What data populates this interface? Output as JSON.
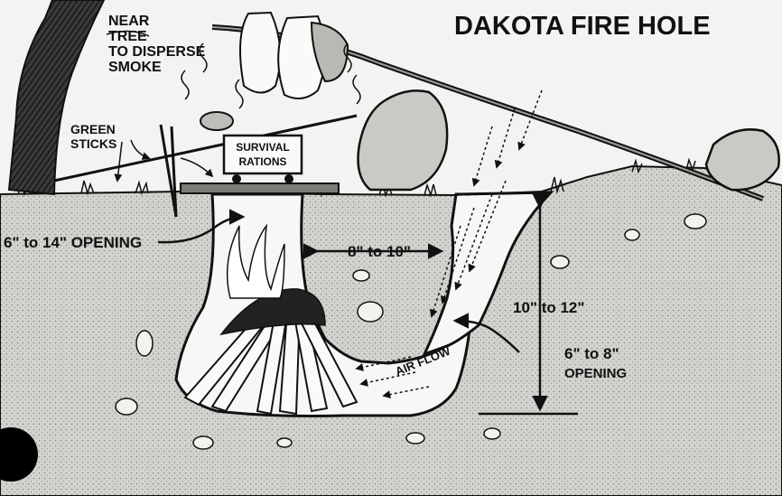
{
  "title": "DAKOTA FIRE HOLE",
  "labels": {
    "tree_line1": "NEAR",
    "tree_line2": "TREE",
    "tree_line3": "TO DISPERSE",
    "tree_line4": "SMOKE",
    "sticks_line1": "GREEN",
    "sticks_line2": "STICKS",
    "rations_line1": "SURVIVAL",
    "rations_line2": "RATIONS",
    "fire_opening": "6\" to 14\" OPENING",
    "width_gap": "8\" to 10\"",
    "depth": "10\" to 12\"",
    "air_opening_line1": "6\" to 8\"",
    "air_opening_line2": "OPENING",
    "air_flow": "AIR FLOW"
  },
  "colors": {
    "ink": "#111111",
    "paper": "#f3f3f1",
    "soil": "#cfcfcb",
    "hole": "#f7f7f5",
    "flame": "#ffffff"
  }
}
